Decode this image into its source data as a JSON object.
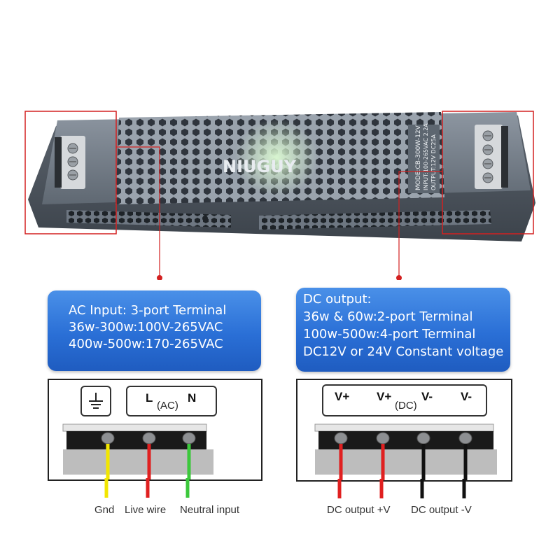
{
  "product": {
    "brand": "NIUGUY",
    "spec_lines": [
      "MODE:CB-300W-12V",
      "INPUT:100-265VAC 2.2A",
      "OUTPUT:12V DC25A"
    ]
  },
  "ac_callout": {
    "lines": [
      "AC Input: 3-port Terminal",
      "36w-300w:100V-265VAC",
      "400w-500w:170-265VAC"
    ]
  },
  "dc_callout": {
    "lines": [
      "DC output:",
      "36w & 60w:2-port Terminal",
      "100w-500w:4-port Terminal",
      "DC12V or 24V Constant voltage"
    ]
  },
  "ac_diagram": {
    "terminals": [
      "L",
      "N"
    ],
    "group_label": "(AC)",
    "ground_icon": "ground-icon",
    "wire_colors": [
      "#f2e600",
      "#e02020",
      "#3cc83c"
    ],
    "captions": [
      "Gnd",
      "Live wire",
      "Neutral input"
    ]
  },
  "dc_diagram": {
    "terminals": [
      "V+",
      "V+",
      "V-",
      "V-"
    ],
    "group_label": "(DC)",
    "wire_colors": [
      "#e02020",
      "#e02020",
      "#111111",
      "#111111"
    ],
    "captions": [
      "DC output  +V",
      "DC output  -V"
    ]
  },
  "colors": {
    "callout_blue": "#2a6fd6",
    "highlight_red": "#d32020",
    "case_gray": "#707a86"
  }
}
